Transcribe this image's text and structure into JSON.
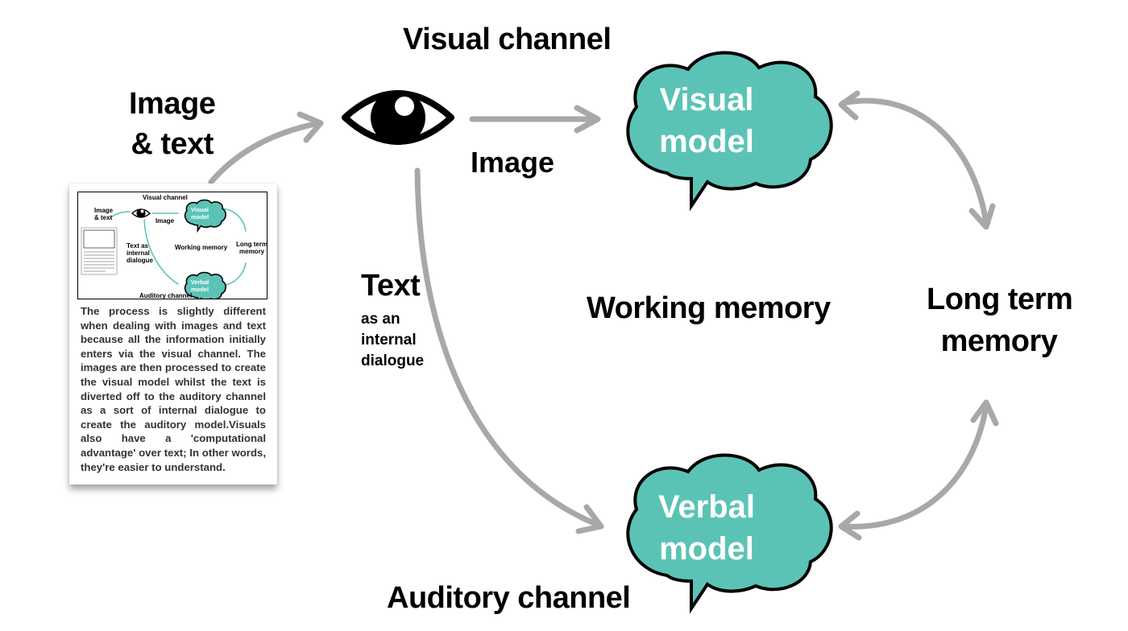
{
  "labels": {
    "visual_channel": "Visual channel",
    "image_and_text_line1": "Image",
    "image_and_text_line2": "& text",
    "image": "Image",
    "text": "Text",
    "text_sub_line1": "as an",
    "text_sub_line2": "internal",
    "text_sub_line3": "dialogue",
    "working_memory": "Working memory",
    "long_term_line1": "Long term",
    "long_term_line2": "memory",
    "auditory_channel": "Auditory channel"
  },
  "clouds": {
    "visual_line1": "Visual",
    "visual_line2": "model",
    "verbal_line1": "Verbal",
    "verbal_line2": "model"
  },
  "document": {
    "paragraph": "The process is slightly different when dealing with images and text because all the information initially enters via the visual channel. The images are then processed to create the visual model whilst the text is diverted off to the auditory channel as a sort of internal dialogue to create the auditory model.Visuals also have a 'computational advantage' over text; In other words, they're easier to understand.",
    "mini_labels": {
      "visual_channel": "Visual channel",
      "image_text_1": "Image",
      "image_text_2": "& text",
      "image": "Image",
      "visual_model_1": "Visual",
      "visual_model_2": "model",
      "text_as_1": "Text as",
      "text_as_2": "internal",
      "text_as_3": "dialogue",
      "working_memory": "Working memory",
      "long_term_1": "Long term",
      "long_term_2": "memory",
      "verbal_model_1": "Verbal",
      "verbal_model_2": "model",
      "auditory_channel": "Auditory channel"
    }
  },
  "icons": {
    "eye": "eye-icon",
    "cloud": "thought-cloud-icon"
  },
  "colors": {
    "cloud_fill": "#5bc3b5",
    "arrow": "#a8a8a8",
    "mini_arrow": "#5bc3b5",
    "text": "#000000",
    "doc_text": "#333333"
  }
}
